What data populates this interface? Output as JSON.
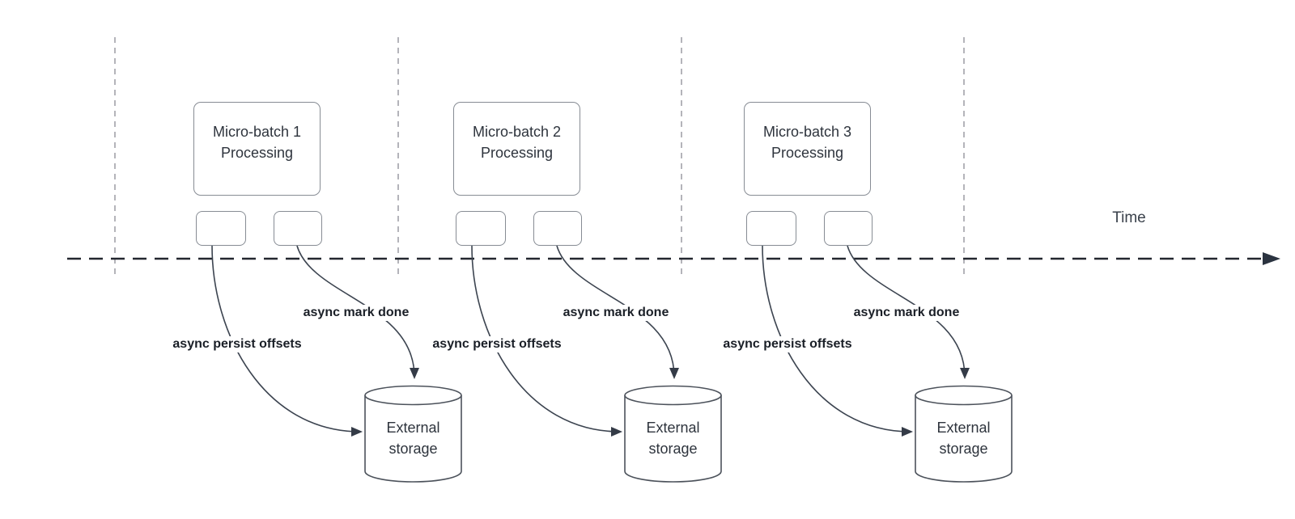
{
  "diagram": {
    "type": "timeline-flow-diagram",
    "time_label": "Time",
    "groups": [
      {
        "id": "micro-batch-1",
        "process_label": "Micro-batch 1\nProcessing",
        "persist_arrow_label": "async persist offsets",
        "mark_done_arrow_label": "async mark done",
        "storage_label": "External\nstorage"
      },
      {
        "id": "micro-batch-2",
        "process_label": "Micro-batch 2\nProcessing",
        "persist_arrow_label": "async persist offsets",
        "mark_done_arrow_label": "async mark done",
        "storage_label": "External\nstorage"
      },
      {
        "id": "micro-batch-3",
        "process_label": "Micro-batch 3\nProcessing",
        "persist_arrow_label": "async persist offsets",
        "mark_done_arrow_label": "async mark done",
        "storage_label": "External\nstorage"
      }
    ],
    "colors": {
      "background": "#ffffff",
      "box_border": "#878c94",
      "cylinder_stroke": "#4c525b",
      "curve_stroke": "#3c4450",
      "arrowhead_fill": "#343b47",
      "time_axis": "#23272f",
      "boundary_dash": "#9c9ca3",
      "text_primary": "#2e343d",
      "text_bold_label": "#1a1f27"
    }
  }
}
